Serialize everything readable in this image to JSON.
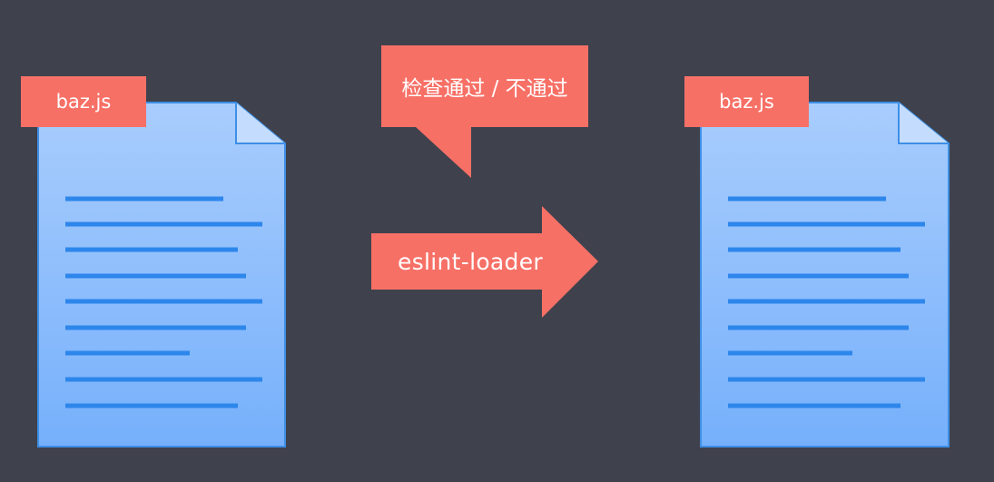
{
  "source_file": {
    "name": "baz.js"
  },
  "callout": {
    "text": "检查通过 / 不通过"
  },
  "process": {
    "label": "eslint-loader"
  },
  "output_file": {
    "name": "baz.js"
  },
  "colors": {
    "background": "#3f414d",
    "accent": "#f77066",
    "document_fill_top": "#a9cdfd",
    "document_fill_bottom": "#76b0fb",
    "document_border": "#3d8fe6",
    "document_lines": "#2d86eb"
  }
}
